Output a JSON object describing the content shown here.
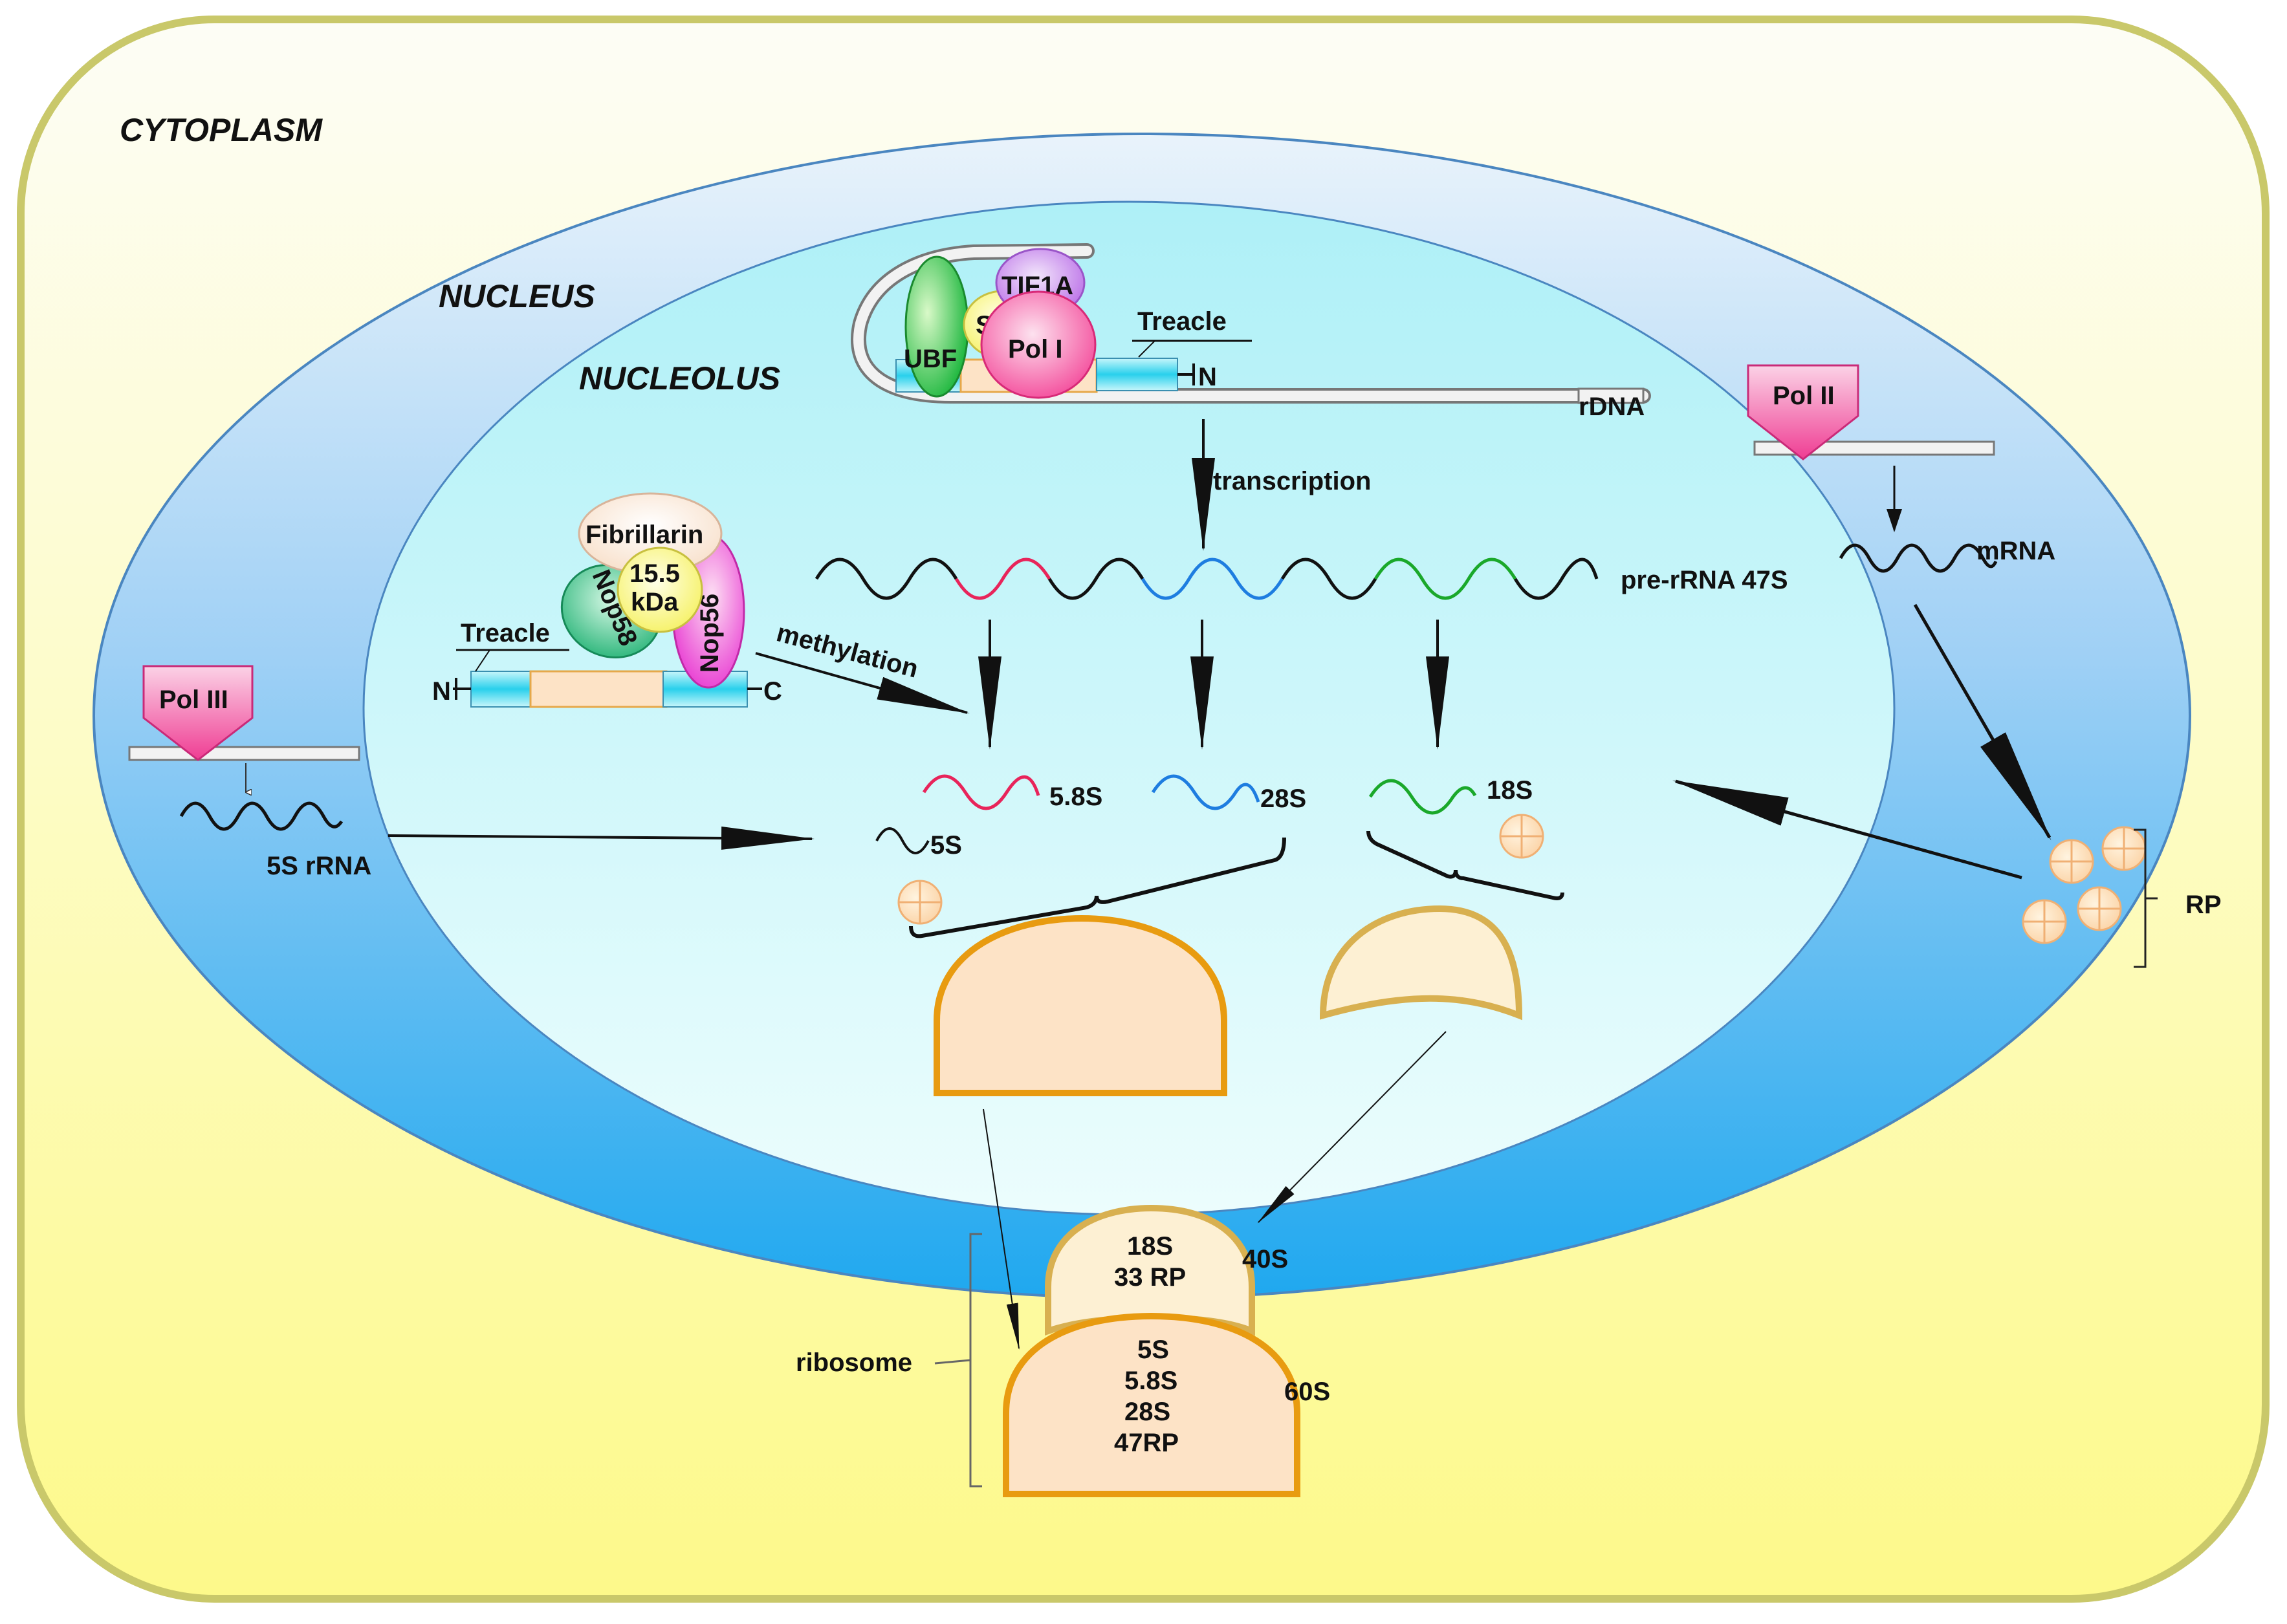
{
  "regions": {
    "cytoplasm": "CYTOPLASM",
    "nucleus": "NUCLEUS",
    "nucleolus": "NUCLEOLUS"
  },
  "transcription_complex": {
    "ubf": "UBF",
    "sl1": "SL1",
    "tif1a": "TIF1A",
    "pol1": "Pol I",
    "treacle": "Treacle",
    "n_terminus": "N",
    "rdna": "rDNA"
  },
  "process": {
    "transcription": "transcription",
    "pre_rrna": "pre-rRNA 47S",
    "methylation": "methylation"
  },
  "snorna_complex": {
    "fibrillarin": "Fibrillarin",
    "p15_line1": "15.5",
    "p15_line2": "kDa",
    "nop58": "Nop58",
    "nop56": "Nop56",
    "treacle": "Treacle",
    "n_terminus": "N",
    "c_terminus": "C"
  },
  "polymerases": {
    "pol2": "Pol II",
    "pol3": "Pol III",
    "mrna": "mRNA",
    "rrna5s": "5S rRNA"
  },
  "rrnas": {
    "r58s": "5.8S",
    "r28s": "28S",
    "r18s": "18S",
    "r5s": "5S"
  },
  "rp_label": "RP",
  "ribosome": {
    "label": "ribosome",
    "small_name": "40S",
    "small_line1": "18S",
    "small_line2": "33 RP",
    "large_name": "60S",
    "large_line1": "5S",
    "large_line2": "5.8S",
    "large_line3": "28S",
    "large_line4": "47RP"
  },
  "colors": {
    "cytoplasm_fill_top": "#fdfdf5",
    "cytoplasm_fill_bottom": "#fdf98a",
    "cytoplasm_border": "#c9c86a",
    "nucleus_border": "#4a86c0",
    "nucleolus_fill": "#bff3f8",
    "rrna_58s": "#e8245a",
    "rrna_28s": "#1e7de0",
    "rrna_18s": "#1aa82a",
    "subunit_large_stroke": "#e89b10",
    "subunit_small_stroke": "#d8b050",
    "subunit_fill": "#fde3c6",
    "pol_marker": "#f14e9a"
  }
}
